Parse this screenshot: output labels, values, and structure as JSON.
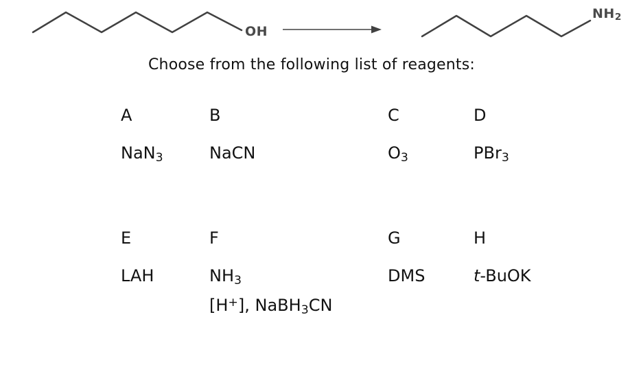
{
  "prompt": "Choose from the following list of reagents:",
  "scheme": {
    "reactant": {
      "label": [
        {
          "t": "OH"
        }
      ]
    },
    "product": {
      "label": [
        {
          "t": "NH"
        },
        {
          "t": "2",
          "s": "sub"
        }
      ]
    }
  },
  "reagents": [
    {
      "letter": "A",
      "formula": [
        {
          "t": "NaN"
        },
        {
          "t": "3",
          "s": "sub"
        }
      ]
    },
    {
      "letter": "B",
      "formula": [
        {
          "t": "NaCN"
        }
      ]
    },
    {
      "letter": "C",
      "formula": [
        {
          "t": "O"
        },
        {
          "t": "3",
          "s": "sub"
        }
      ]
    },
    {
      "letter": "D",
      "formula": [
        {
          "t": "PBr"
        },
        {
          "t": "3",
          "s": "sub"
        }
      ]
    },
    {
      "letter": "E",
      "formula": [
        {
          "t": "LAH"
        }
      ]
    },
    {
      "letter": "F",
      "formula": [
        {
          "t": "NH"
        },
        {
          "t": "3",
          "s": "sub"
        }
      ],
      "formula_line2": [
        {
          "t": "[H"
        },
        {
          "t": "+",
          "s": "sup"
        },
        {
          "t": "], NaBH"
        },
        {
          "t": "3",
          "s": "sub"
        },
        {
          "t": "CN"
        }
      ]
    },
    {
      "letter": "G",
      "formula": [
        {
          "t": "DMS"
        }
      ]
    },
    {
      "letter": "H",
      "formula": [
        {
          "t": "t",
          "s": "italic"
        },
        {
          "t": "-BuOK"
        }
      ]
    }
  ],
  "colors": {
    "line": "#414141",
    "atom_label": "#4a4a4a",
    "text": "#111111"
  }
}
